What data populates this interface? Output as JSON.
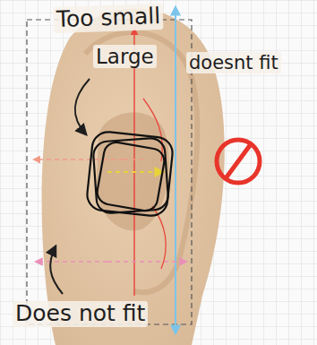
{
  "diagram": {
    "labels": [
      "Too small",
      "Large",
      "doesnt fit",
      "Does not fit"
    ]
  }
}
